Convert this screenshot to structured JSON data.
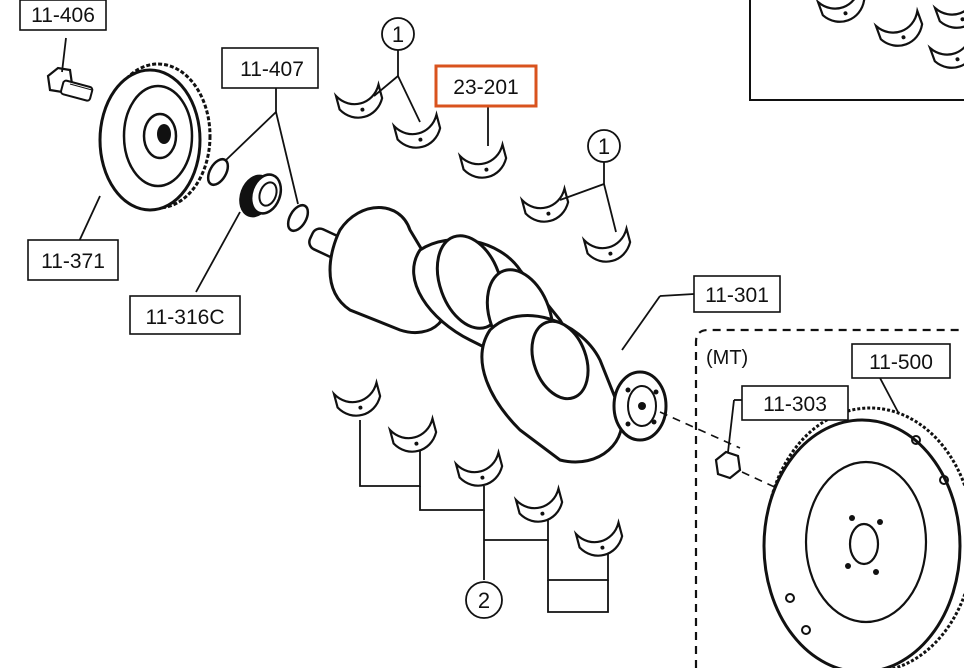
{
  "labels": {
    "p11406": "11-406",
    "p11407": "11-407",
    "p23201": "23-201",
    "p11371": "11-371",
    "p11316c": "11-316C",
    "p11301": "11-301",
    "p11303": "11-303",
    "p11500": "11-500",
    "mt": "(MT)",
    "circle1a": "1",
    "circle1b": "1",
    "circle2": "2"
  },
  "colors": {
    "ink": "#111111",
    "highlight": "#d9531e",
    "background": "#ffffff"
  }
}
